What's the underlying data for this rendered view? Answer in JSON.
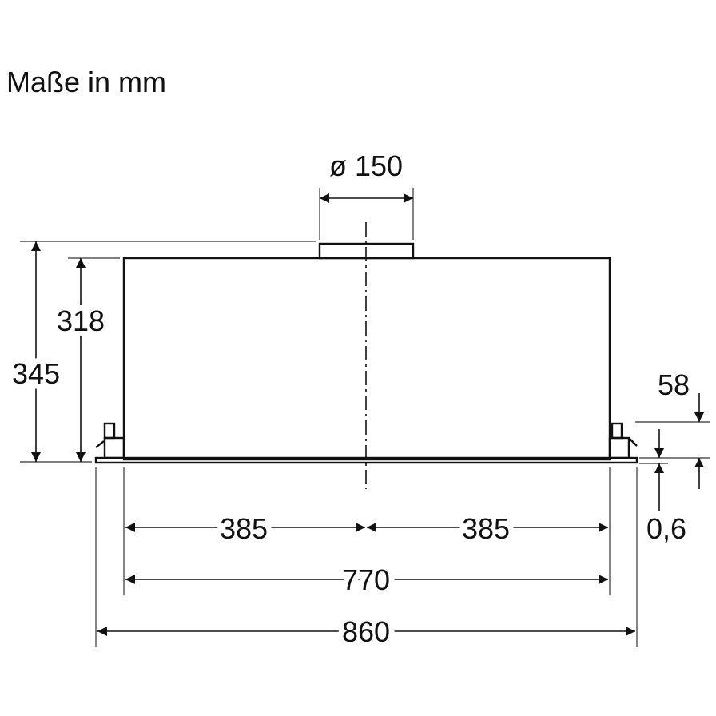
{
  "title": "Maße in mm",
  "dimensions": {
    "duct_diameter": "ø 150",
    "total_height": "345",
    "body_height": "318",
    "bracket_offset": "58",
    "panel_thickness": "0,6",
    "half_width_left": "385",
    "half_width_right": "385",
    "body_width": "770",
    "panel_width": "860"
  }
}
